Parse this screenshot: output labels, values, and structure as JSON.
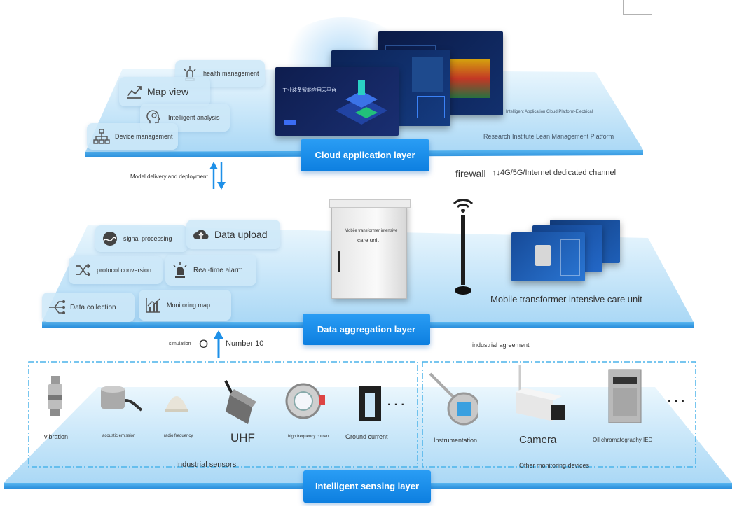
{
  "layers": {
    "cloud": "Cloud application layer",
    "aggregation": "Data aggregation layer",
    "sensing": "Intelligent sensing layer"
  },
  "cloud_tiles": {
    "health": "health management",
    "map": "Map view",
    "analysis": "Intelligent analysis",
    "device": "Device management"
  },
  "cloud_text": {
    "screen_title": "工业装备智能应用云平台",
    "platform_small": "Intelligent Application Cloud Platform-Electrical",
    "platform_lean": "Research Institute Lean Management Platform"
  },
  "links": {
    "model_delivery": "Model delivery and deployment",
    "firewall": "firewall",
    "channel": "↑↓4G/5G/Internet dedicated channel",
    "simulation": "simulation",
    "zero": "O",
    "number": "Number 10",
    "industrial_agreement": "industrial agreement"
  },
  "agg_tiles": {
    "signal": "signal processing",
    "upload": "Data upload",
    "protocol": "protocol conversion",
    "alarm": "Real-time alarm",
    "collection": "Data collection",
    "monitoring": "Monitoring map"
  },
  "agg_text": {
    "cabinet_l1": "Mobile transformer intensive",
    "cabinet_l2": "care unit",
    "unit": "Mobile transformer intensive care unit"
  },
  "sensors": {
    "vibration": "vibration",
    "acoustic": "acoustic emission",
    "radio": "radio frequency",
    "uhf": "UHF",
    "hfc": "high frequency current",
    "ground": "Ground current",
    "ellipsis": "· · ·",
    "group": "Industrial sensors"
  },
  "devices": {
    "instrumentation": "Instrumentation",
    "camera": "Camera",
    "oil": "Oil chromatography IED",
    "ellipsis": "· · ·",
    "group": "Other monitoring devices"
  },
  "colors": {
    "plane_top": "#dff1fc",
    "plane_bottom": "#9fd3f5",
    "edge": "#3fa6ec",
    "button": "#1a8eea",
    "arrow": "#1e90e8",
    "dash": "#4bb3ea"
  }
}
